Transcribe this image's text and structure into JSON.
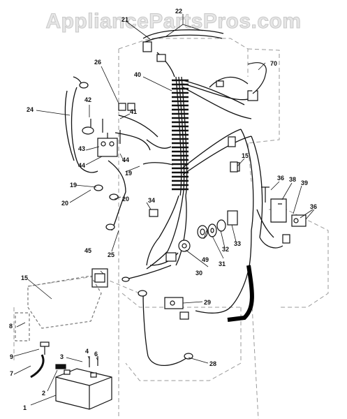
{
  "watermark": "AppliancePartsPros.com",
  "callouts": [
    {
      "id": "c1",
      "label": "1"
    },
    {
      "id": "c2",
      "label": "2"
    },
    {
      "id": "c3",
      "label": "3"
    },
    {
      "id": "c4",
      "label": "4"
    },
    {
      "id": "c6",
      "label": "6"
    },
    {
      "id": "c7",
      "label": "7"
    },
    {
      "id": "c8",
      "label": "8"
    },
    {
      "id": "c9",
      "label": "9"
    },
    {
      "id": "c15a",
      "label": "15"
    },
    {
      "id": "c15b",
      "label": "15"
    },
    {
      "id": "c19a",
      "label": "19"
    },
    {
      "id": "c19b",
      "label": "19"
    },
    {
      "id": "c20a",
      "label": "20"
    },
    {
      "id": "c20b",
      "label": "20"
    },
    {
      "id": "c21",
      "label": "21"
    },
    {
      "id": "c22",
      "label": "22"
    },
    {
      "id": "c24",
      "label": "24"
    },
    {
      "id": "c25",
      "label": "25"
    },
    {
      "id": "c26",
      "label": "26"
    },
    {
      "id": "c28",
      "label": "28"
    },
    {
      "id": "c29",
      "label": "29"
    },
    {
      "id": "c30",
      "label": "30"
    },
    {
      "id": "c31",
      "label": "31"
    },
    {
      "id": "c32",
      "label": "32"
    },
    {
      "id": "c33",
      "label": "33"
    },
    {
      "id": "c34",
      "label": "34"
    },
    {
      "id": "c36a",
      "label": "36"
    },
    {
      "id": "c36b",
      "label": "36"
    },
    {
      "id": "c38",
      "label": "38"
    },
    {
      "id": "c39",
      "label": "39"
    },
    {
      "id": "c40",
      "label": "40"
    },
    {
      "id": "c41",
      "label": "41"
    },
    {
      "id": "c42",
      "label": "42"
    },
    {
      "id": "c43",
      "label": "43"
    },
    {
      "id": "c44a",
      "label": "44"
    },
    {
      "id": "c44b",
      "label": "44"
    },
    {
      "id": "c45",
      "label": "45"
    },
    {
      "id": "c49",
      "label": "49"
    },
    {
      "id": "c70",
      "label": "70"
    }
  ]
}
